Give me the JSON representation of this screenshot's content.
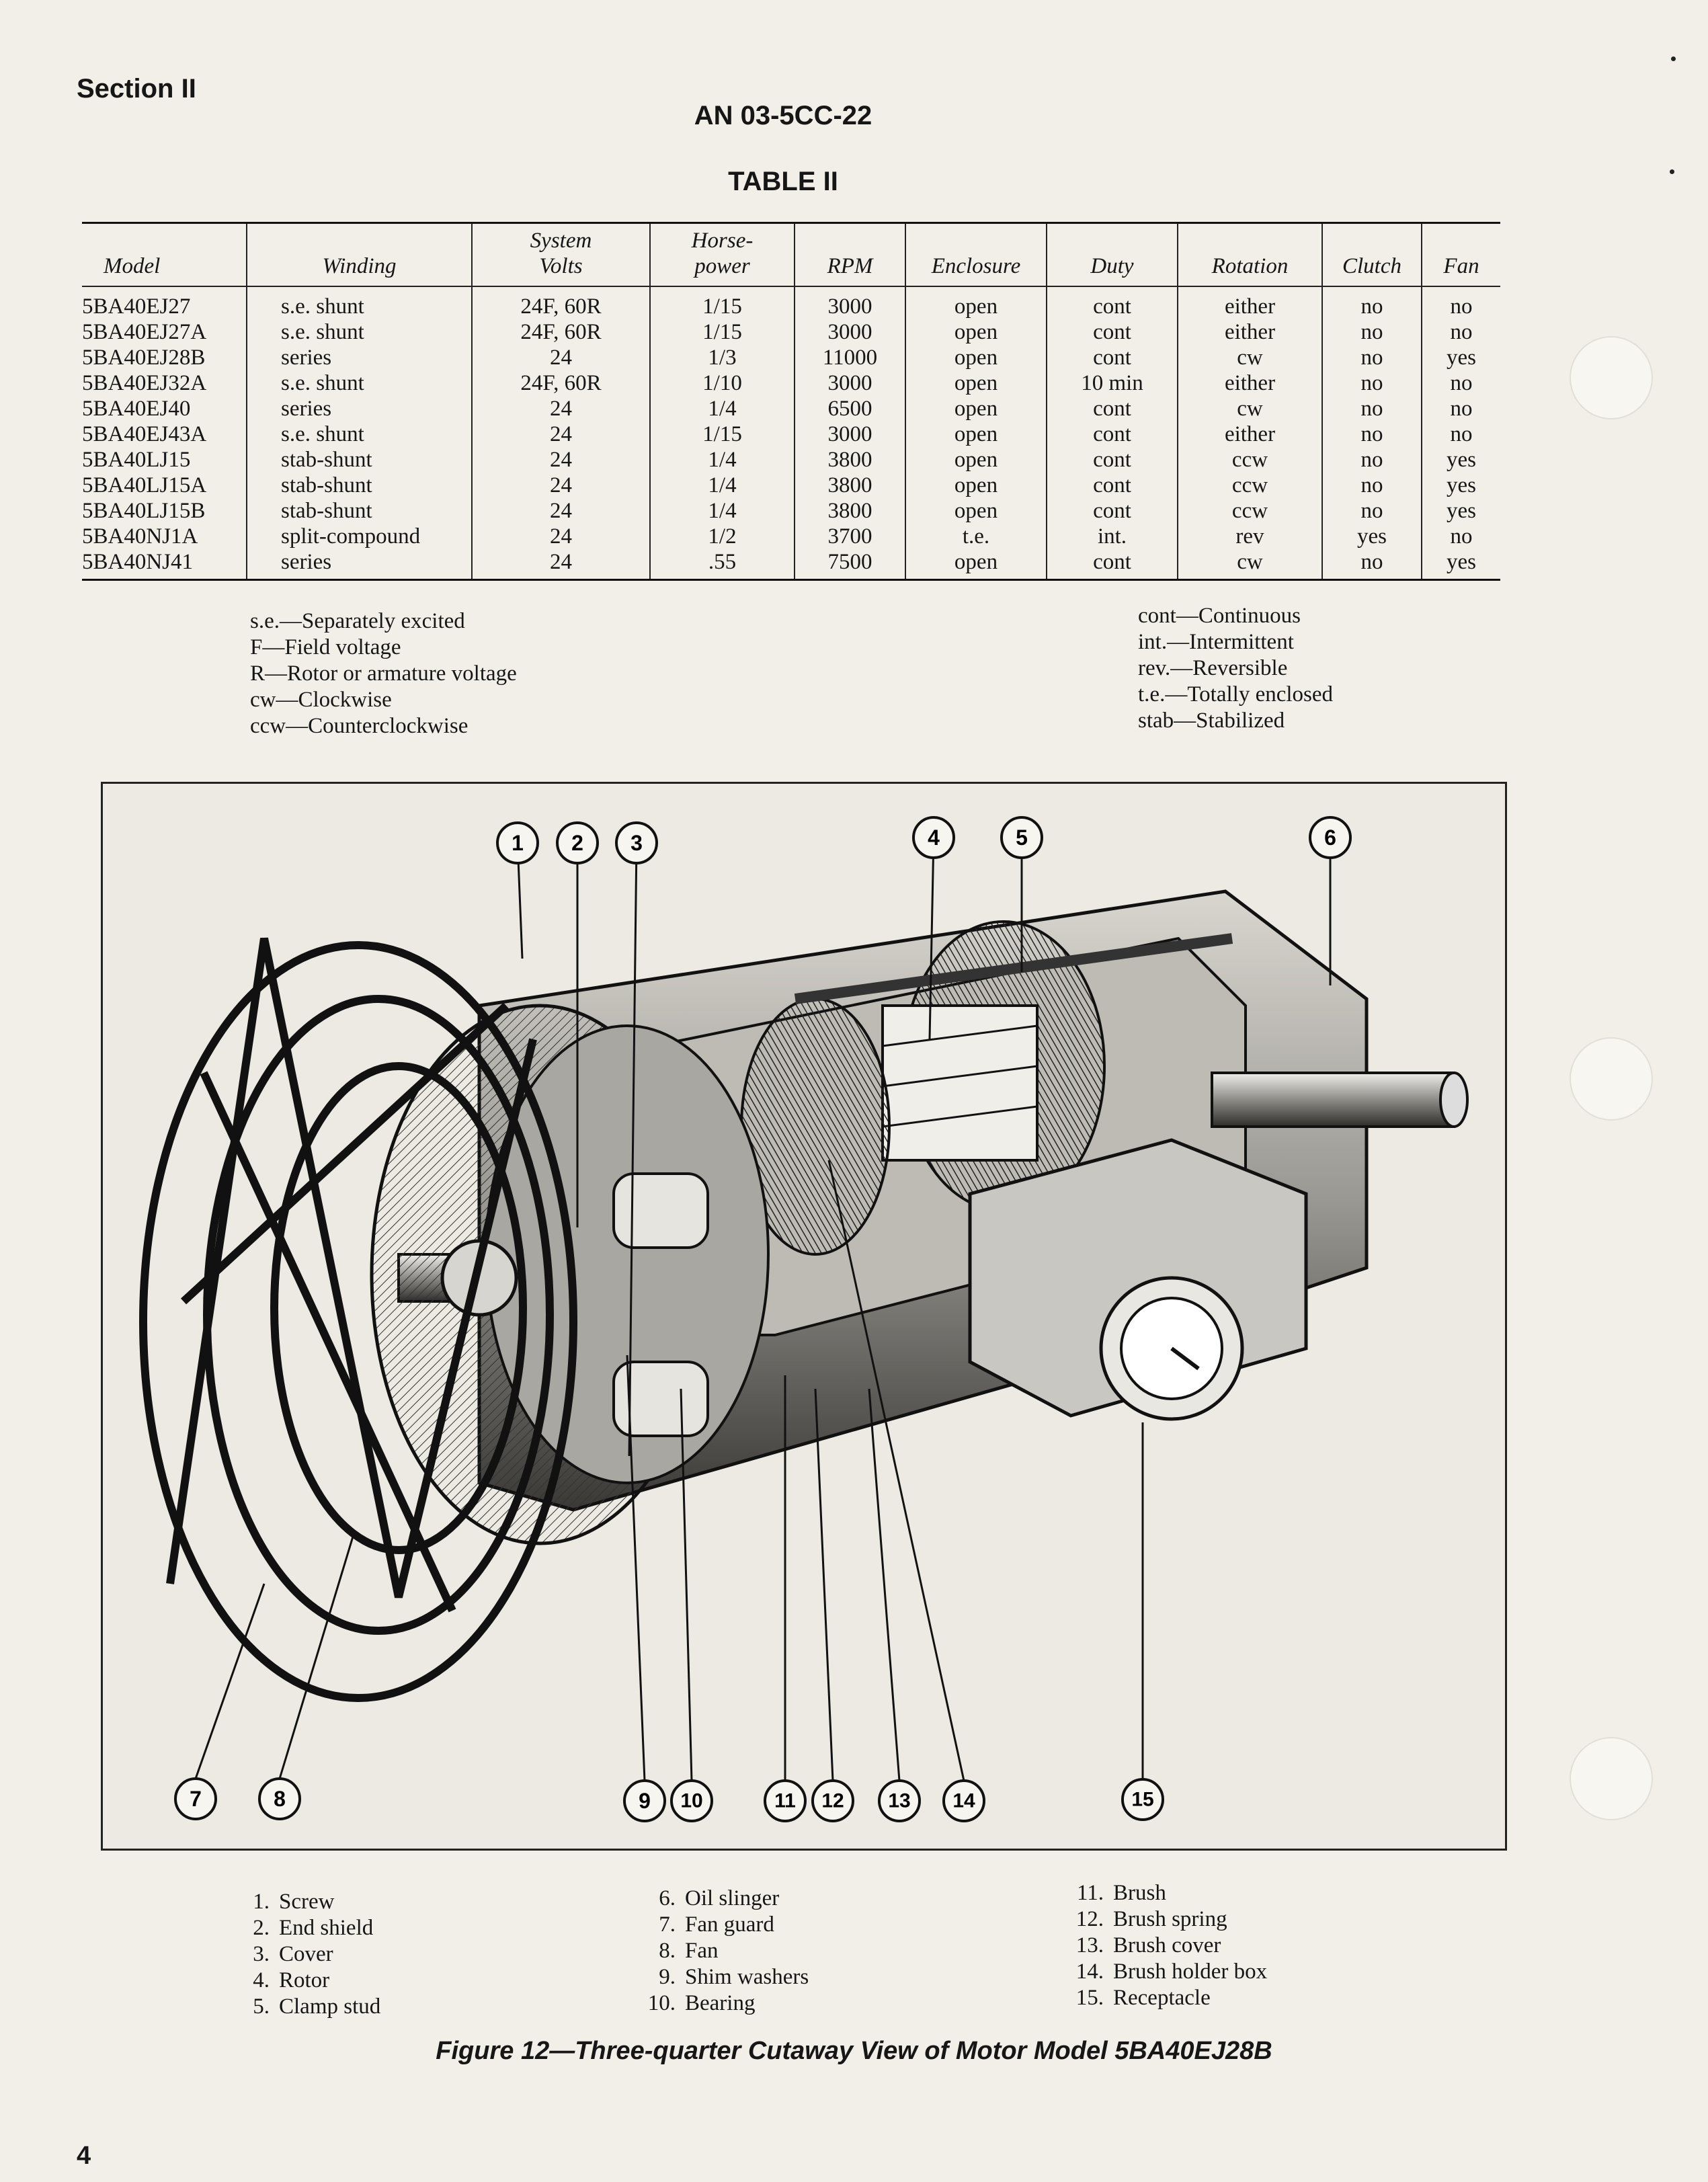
{
  "header": {
    "section": "Section II",
    "doc_number": "AN 03-5CC-22",
    "table_title": "TABLE II"
  },
  "table": {
    "columns": [
      "Model",
      "Winding",
      "System Volts",
      "Horse-power",
      "RPM",
      "Enclosure",
      "Duty",
      "Rotation",
      "Clutch",
      "Fan"
    ],
    "header_lines": {
      "model": [
        "Model"
      ],
      "winding": [
        "Winding"
      ],
      "volts": [
        "System",
        "Volts"
      ],
      "hp": [
        "Horse-",
        "power"
      ],
      "rpm": [
        "RPM"
      ],
      "enclosure": [
        "Enclosure"
      ],
      "duty": [
        "Duty"
      ],
      "rotation": [
        "Rotation"
      ],
      "clutch": [
        "Clutch"
      ],
      "fan": [
        "Fan"
      ]
    },
    "rows": [
      [
        "5BA40EJ27",
        "s.e. shunt",
        "24F, 60R",
        "1/15",
        "3000",
        "open",
        "cont",
        "either",
        "no",
        "no"
      ],
      [
        "5BA40EJ27A",
        "s.e. shunt",
        "24F, 60R",
        "1/15",
        "3000",
        "open",
        "cont",
        "either",
        "no",
        "no"
      ],
      [
        "5BA40EJ28B",
        "series",
        "24",
        "1/3",
        "11000",
        "open",
        "cont",
        "cw",
        "no",
        "yes"
      ],
      [
        "5BA40EJ32A",
        "s.e. shunt",
        "24F, 60R",
        "1/10",
        "3000",
        "open",
        "10 min",
        "either",
        "no",
        "no"
      ],
      [
        "5BA40EJ40",
        "series",
        "24",
        "1/4",
        "6500",
        "open",
        "cont",
        "cw",
        "no",
        "no"
      ],
      [
        "5BA40EJ43A",
        "s.e. shunt",
        "24",
        "1/15",
        "3000",
        "open",
        "cont",
        "either",
        "no",
        "no"
      ],
      [
        "5BA40LJ15",
        "stab-shunt",
        "24",
        "1/4",
        "3800",
        "open",
        "cont",
        "ccw",
        "no",
        "yes"
      ],
      [
        "5BA40LJ15A",
        "stab-shunt",
        "24",
        "1/4",
        "3800",
        "open",
        "cont",
        "ccw",
        "no",
        "yes"
      ],
      [
        "5BA40LJ15B",
        "stab-shunt",
        "24",
        "1/4",
        "3800",
        "open",
        "cont",
        "ccw",
        "no",
        "yes"
      ],
      [
        "5BA40NJ1A",
        "split-compound",
        "24",
        "1/2",
        "3700",
        "t.e.",
        "int.",
        "rev",
        "yes",
        "no"
      ],
      [
        "5BA40NJ41",
        "series",
        "24",
        ".55",
        "7500",
        "open",
        "cont",
        "cw",
        "no",
        "yes"
      ]
    ]
  },
  "legend_left": [
    "s.e.—Separately excited",
    "F—Field voltage",
    "R—Rotor or armature voltage",
    "cw—Clockwise",
    "ccw—Counterclockwise"
  ],
  "legend_right": [
    "cont—Continuous",
    "int.—Intermittent",
    "rev.—Reversible",
    "t.e.—Totally enclosed",
    "stab—Stabilized"
  ],
  "figure": {
    "callouts": [
      "1",
      "2",
      "3",
      "4",
      "5",
      "6",
      "7",
      "8",
      "9",
      "10",
      "11",
      "12",
      "13",
      "14",
      "15"
    ]
  },
  "parts": [
    {
      "num": "1.",
      "name": "Screw"
    },
    {
      "num": "2.",
      "name": "End shield"
    },
    {
      "num": "3.",
      "name": "Cover"
    },
    {
      "num": "4.",
      "name": "Rotor"
    },
    {
      "num": "5.",
      "name": "Clamp stud"
    },
    {
      "num": "6.",
      "name": "Oil slinger"
    },
    {
      "num": "7.",
      "name": "Fan guard"
    },
    {
      "num": "8.",
      "name": "Fan"
    },
    {
      "num": "9.",
      "name": "Shim washers"
    },
    {
      "num": "10.",
      "name": "Bearing"
    },
    {
      "num": "11.",
      "name": "Brush"
    },
    {
      "num": "12.",
      "name": "Brush spring"
    },
    {
      "num": "13.",
      "name": "Brush cover"
    },
    {
      "num": "14.",
      "name": "Brush holder box"
    },
    {
      "num": "15.",
      "name": "Receptacle"
    }
  ],
  "caption": "Figure 12—Three-quarter Cutaway View of Motor Model 5BA40EJ28B",
  "page_number": "4"
}
